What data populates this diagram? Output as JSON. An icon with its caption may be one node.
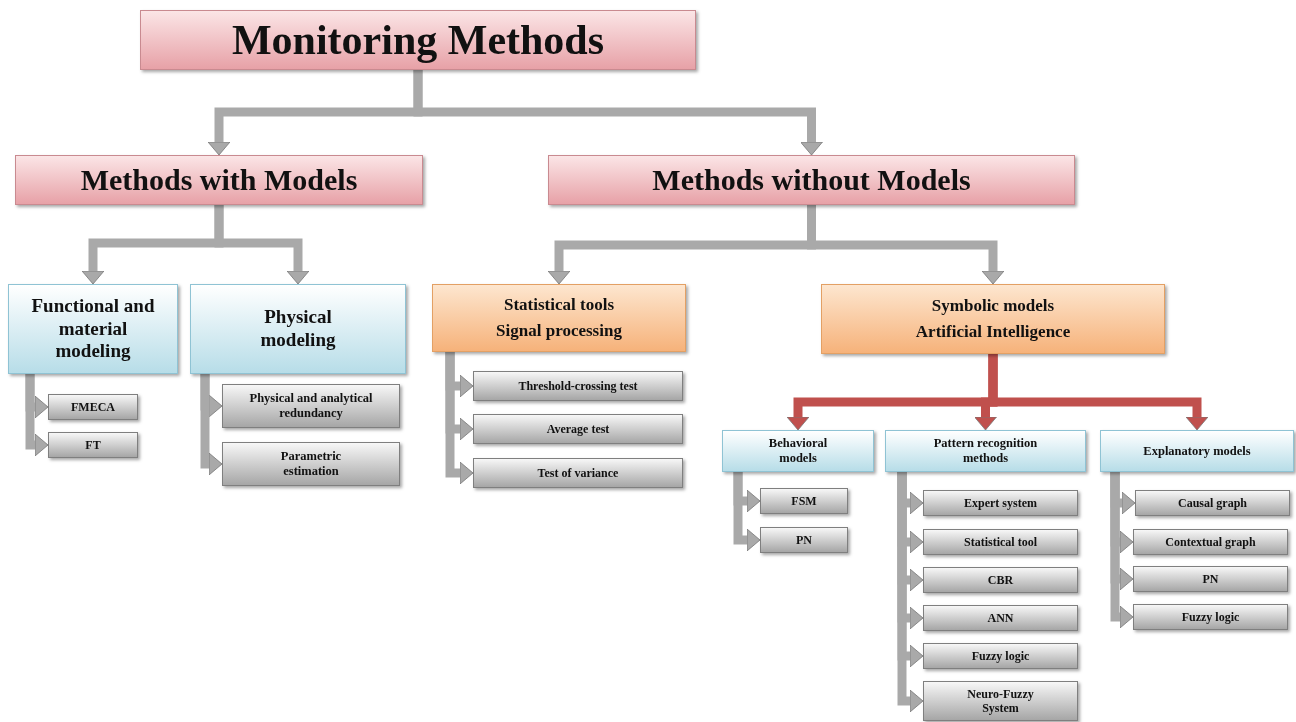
{
  "diagram": {
    "nodes": [
      {
        "text": [
          "Monitoring Methods"
        ]
      },
      {
        "text": [
          "Methods with Models"
        ]
      },
      {
        "text": [
          "Methods without Models"
        ]
      },
      {
        "text": [
          "Functional and material modeling"
        ]
      },
      {
        "text": [
          "Physical modeling"
        ]
      },
      {
        "text": [
          "FMECA"
        ]
      },
      {
        "text": [
          "FT"
        ]
      },
      {
        "text": [
          "Physical and analytical redundancy"
        ]
      },
      {
        "text": [
          "Parametric estimation"
        ]
      },
      {
        "text": [
          "Statistical tools",
          "Signal processing"
        ]
      },
      {
        "text": [
          "Symbolic models",
          "Artificial Intelligence"
        ]
      },
      {
        "text": [
          "Threshold-crossing test"
        ]
      },
      {
        "text": [
          "Average test"
        ]
      },
      {
        "text": [
          "Test of variance"
        ]
      },
      {
        "text": [
          "Behavioral models"
        ]
      },
      {
        "text": [
          "Pattern recognition methods"
        ]
      },
      {
        "text": [
          "Explanatory models"
        ]
      },
      {
        "text": [
          "FSM"
        ]
      },
      {
        "text": [
          "PN"
        ]
      },
      {
        "text": [
          "Expert system"
        ]
      },
      {
        "text": [
          "Statistical tool"
        ]
      },
      {
        "text": [
          "CBR"
        ]
      },
      {
        "text": [
          "ANN"
        ]
      },
      {
        "text": [
          "Fuzzy logic"
        ]
      },
      {
        "text": [
          "Neuro-Fuzzy System"
        ]
      },
      {
        "text": [
          "Causal graph"
        ]
      },
      {
        "text": [
          "Contextual graph"
        ]
      },
      {
        "text": [
          "PN"
        ]
      },
      {
        "text": [
          "Fuzzy logic"
        ]
      }
    ],
    "edges": [
      {
        "from": 0,
        "to": 1,
        "arrow": "to"
      },
      {
        "from": 0,
        "to": 2,
        "arrow": "to"
      },
      {
        "from": 1,
        "to": 3,
        "arrow": "to"
      },
      {
        "from": 1,
        "to": 4,
        "arrow": "to"
      },
      {
        "from": 2,
        "to": 9,
        "arrow": "to"
      },
      {
        "from": 2,
        "to": 10,
        "arrow": "to"
      },
      {
        "from": 3,
        "to": 5,
        "arrow": "to"
      },
      {
        "from": 3,
        "to": 6,
        "arrow": "to"
      },
      {
        "from": 4,
        "to": 7,
        "arrow": "to"
      },
      {
        "from": 4,
        "to": 8,
        "arrow": "to"
      },
      {
        "from": 9,
        "to": 11,
        "arrow": "to"
      },
      {
        "from": 9,
        "to": 12,
        "arrow": "to"
      },
      {
        "from": 9,
        "to": 13,
        "arrow": "to"
      },
      {
        "from": 10,
        "to": 14,
        "arrow": "to",
        "color": "#c0504d"
      },
      {
        "from": 10,
        "to": 15,
        "arrow": "to",
        "color": "#c0504d"
      },
      {
        "from": 10,
        "to": 16,
        "arrow": "to",
        "color": "#c0504d"
      },
      {
        "from": 14,
        "to": 17,
        "arrow": "to"
      },
      {
        "from": 14,
        "to": 18,
        "arrow": "to"
      },
      {
        "from": 15,
        "to": 19,
        "arrow": "to"
      },
      {
        "from": 15,
        "to": 20,
        "arrow": "to"
      },
      {
        "from": 15,
        "to": 21,
        "arrow": "to"
      },
      {
        "from": 15,
        "to": 22,
        "arrow": "to"
      },
      {
        "from": 15,
        "to": 23,
        "arrow": "to"
      },
      {
        "from": 15,
        "to": 24,
        "arrow": "to"
      },
      {
        "from": 16,
        "to": 25,
        "arrow": "to"
      },
      {
        "from": 16,
        "to": 26,
        "arrow": "to"
      },
      {
        "from": 16,
        "to": 27,
        "arrow": "to"
      },
      {
        "from": 16,
        "to": 28,
        "arrow": "to"
      }
    ]
  }
}
